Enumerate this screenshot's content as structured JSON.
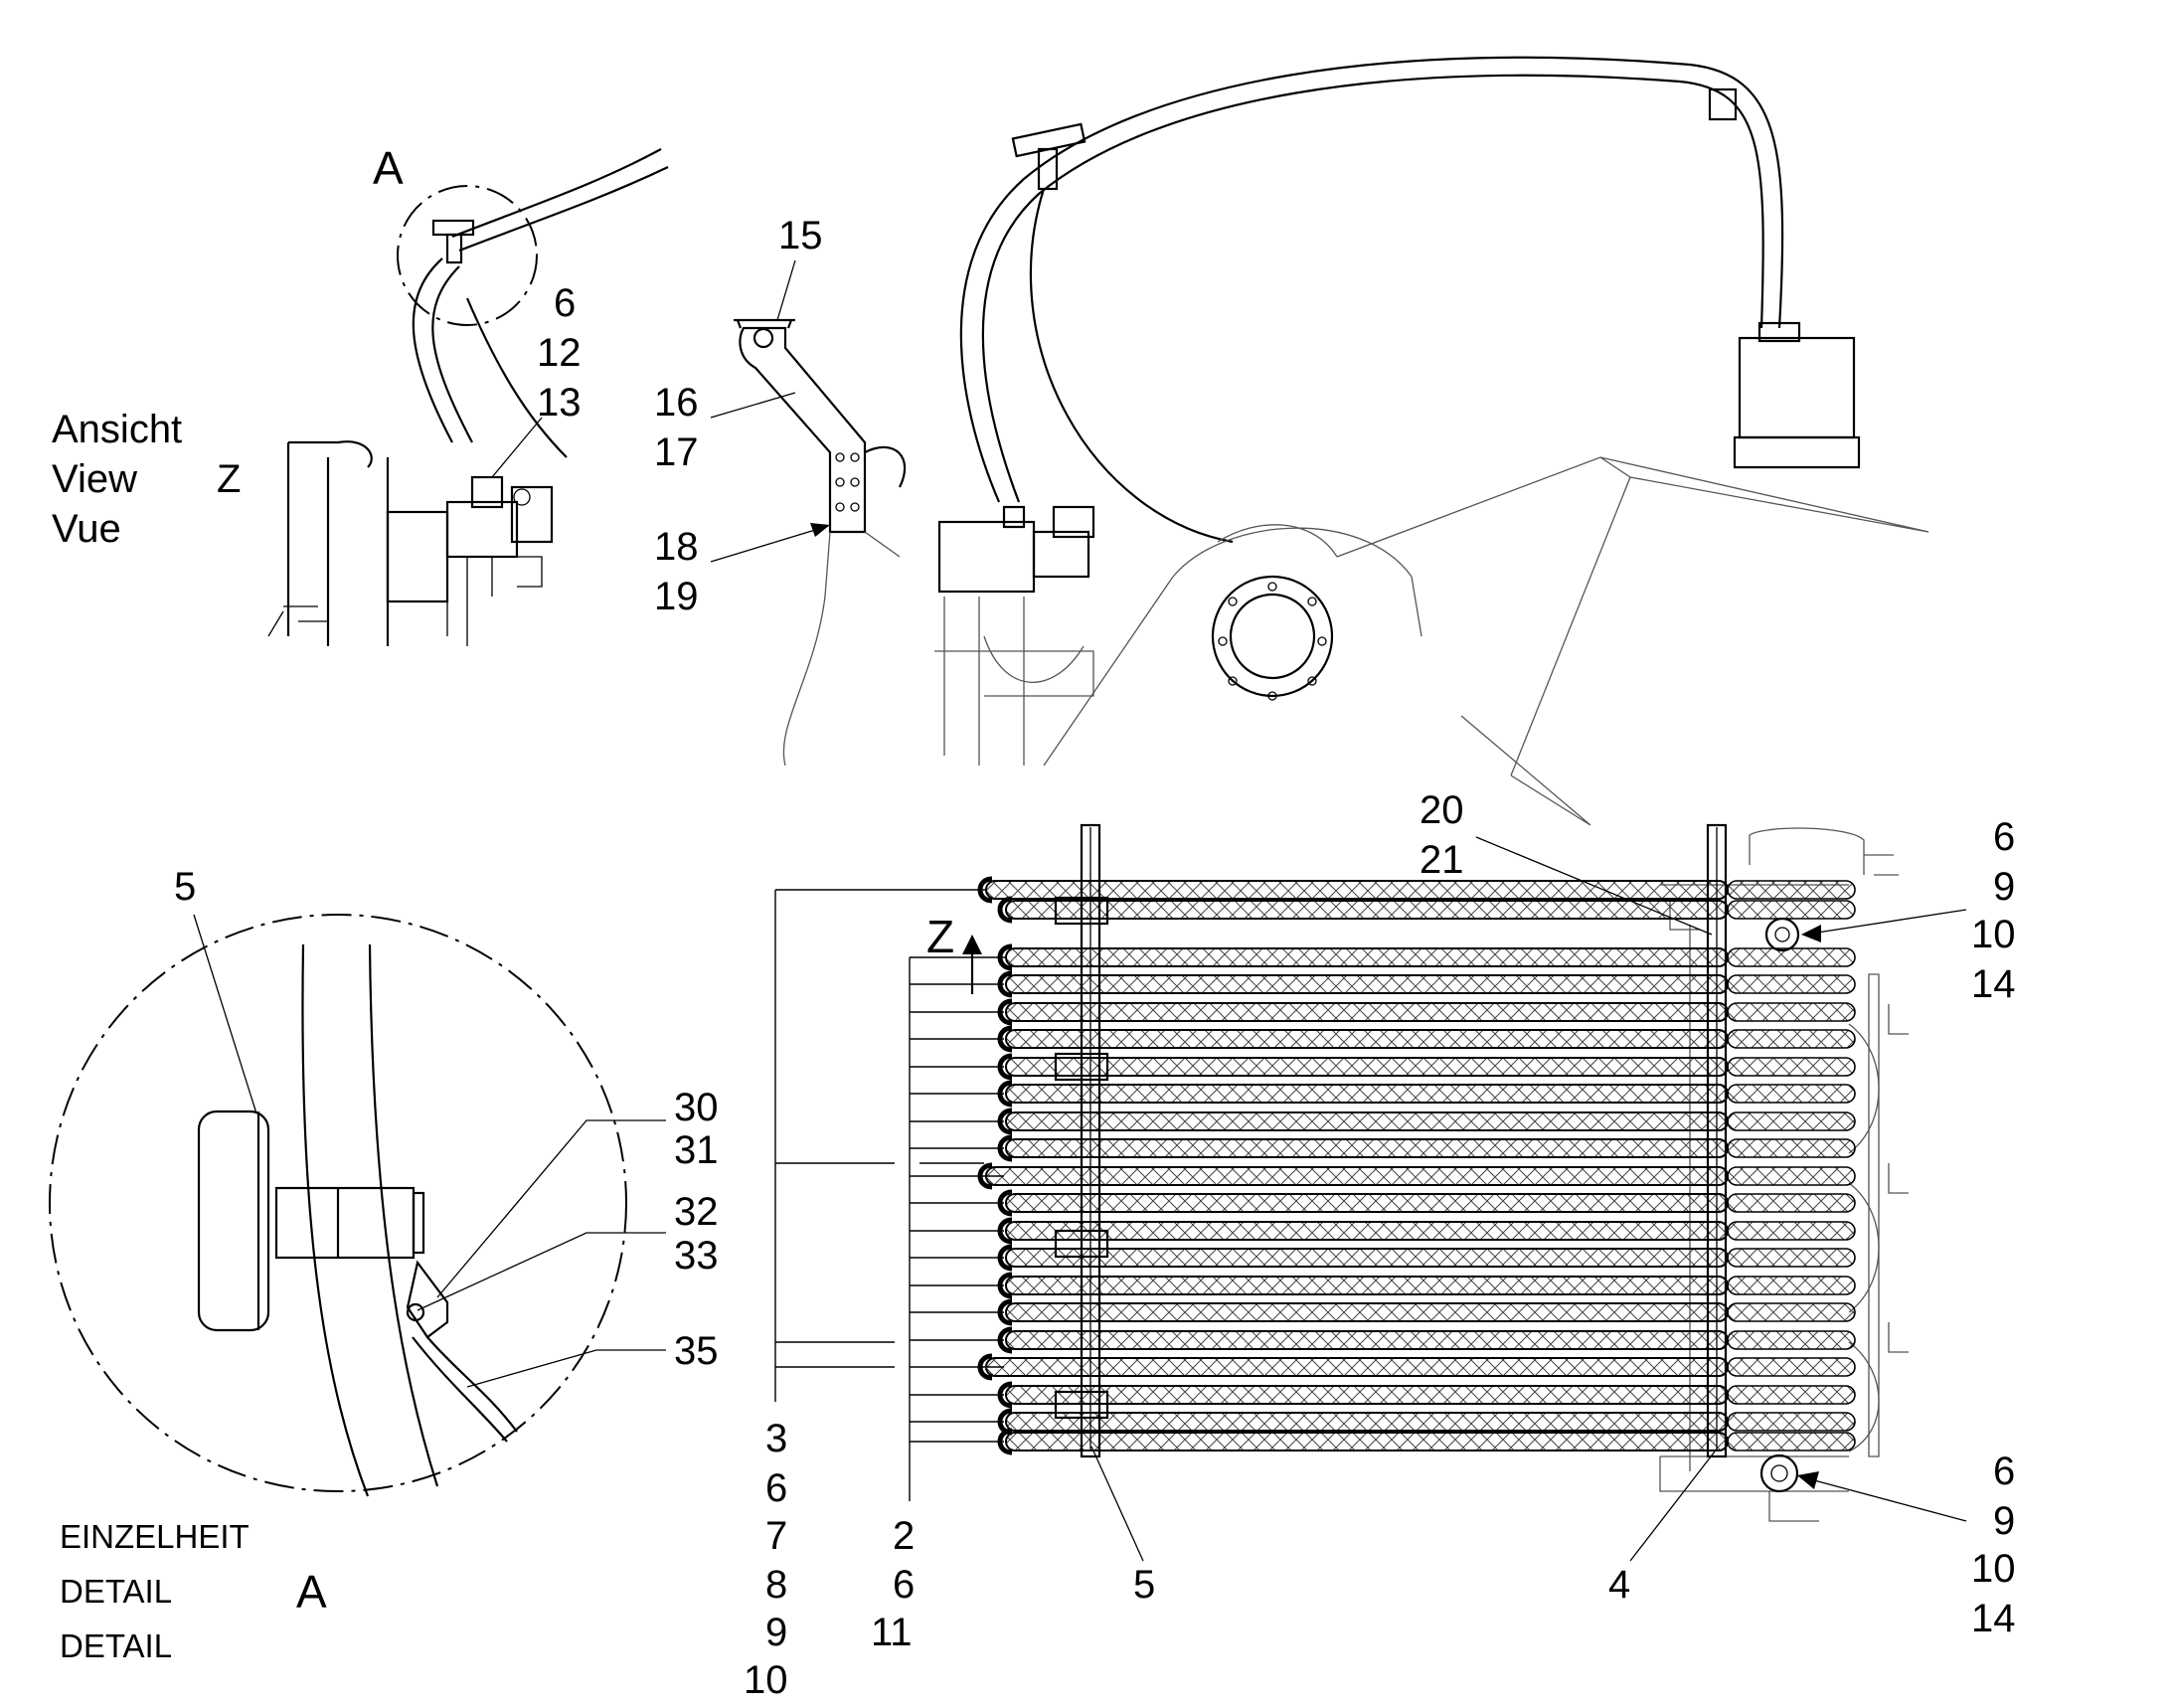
{
  "view_label": {
    "line1": "Ansicht",
    "line2": "View",
    "line3": "Vue",
    "letter": "Z"
  },
  "detail_label": {
    "line1": "EINZELHEIT",
    "line2": "DETAIL",
    "line3": "DETAIL",
    "letter": "A"
  },
  "detail_marker": "A",
  "view_arrow": "Z",
  "callouts": {
    "c15": "15",
    "c16": "16",
    "c17": "17",
    "c18": "18",
    "c19": "19",
    "c6a": "6",
    "c12": "12",
    "c13": "13",
    "c5_detail": "5",
    "c30": "30",
    "c31": "31",
    "c32": "32",
    "c33": "33",
    "c35": "35",
    "c20": "20",
    "c21": "21",
    "tr": [
      "6",
      "9",
      "10",
      "14"
    ],
    "br": [
      "6",
      "9",
      "10",
      "14"
    ],
    "left_group": [
      "3",
      "6",
      "7",
      "8",
      "9",
      "10"
    ],
    "mid_group": [
      "2",
      "6",
      "11"
    ],
    "c5_bottom": "5",
    "c4": "4"
  }
}
